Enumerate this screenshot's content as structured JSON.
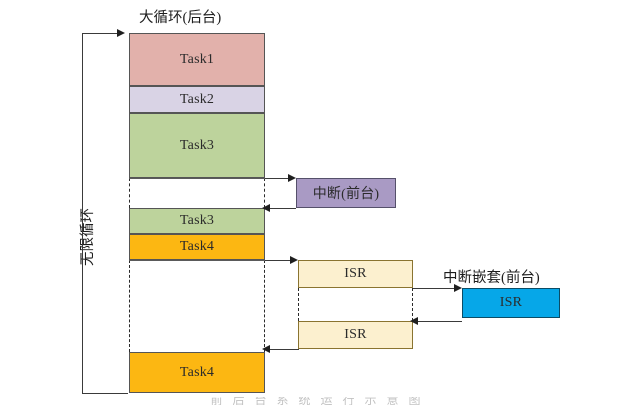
{
  "diagram": {
    "title_background_loop": "大循环(后台)",
    "title_interrupt": "中断(前台)",
    "title_nested_interrupt": "中断嵌套(前台)",
    "vertical_label": "无限循环",
    "bottom_caption": "前后台系统运行示意图",
    "colors": {
      "task1": "#e2b1ab",
      "task2": "#d9d3e5",
      "task3": "#bdd39c",
      "task4": "#fcb712",
      "interrupt": "#a99ac4",
      "isr": "#fcf0cf",
      "isr_nested": "#06a7e8",
      "line": "#3a3a3a"
    },
    "main_column": [
      {
        "label": "Task1",
        "fill": "task1"
      },
      {
        "label": "Task2",
        "fill": "task2"
      },
      {
        "label": "Task3",
        "fill": "task3"
      },
      {
        "label": "Task3",
        "fill": "task3"
      },
      {
        "label": "Task4",
        "fill": "task4"
      },
      {
        "label": "Task4",
        "fill": "task4"
      }
    ],
    "interrupt_blocks": [
      {
        "label": "中断(前台)",
        "fill": "interrupt"
      }
    ],
    "isr_blocks": [
      {
        "label": "ISR",
        "fill": "isr"
      },
      {
        "label": "ISR",
        "fill": "isr"
      }
    ],
    "nested_isr_blocks": [
      {
        "label": "ISR",
        "fill": "isr_nested"
      }
    ]
  }
}
